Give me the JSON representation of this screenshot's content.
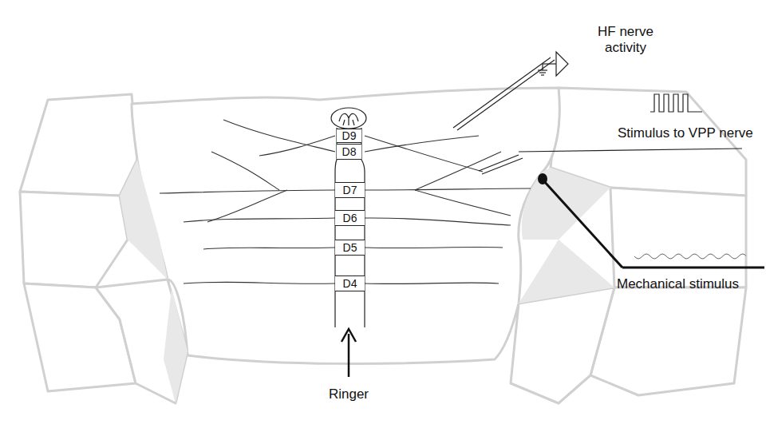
{
  "diagram": {
    "nodes": [
      {
        "text": [
          "D9"
        ]
      },
      {
        "text": [
          "D8"
        ]
      },
      {
        "text": [
          "D7"
        ]
      },
      {
        "text": [
          "D6"
        ]
      },
      {
        "text": [
          "D5"
        ]
      },
      {
        "text": [
          "D4"
        ]
      }
    ],
    "labels": [
      "HF nerve activity",
      "Stimulus to VPP nerve",
      "Mechanical stimulus",
      "Ringer"
    ]
  }
}
